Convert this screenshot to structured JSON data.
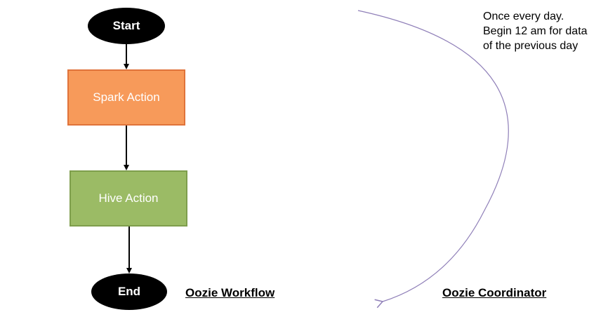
{
  "workflow": {
    "start_label": "Start",
    "spark_label": "Spark Action",
    "hive_label": "Hive Action",
    "end_label": "End",
    "caption": "Oozie Workflow"
  },
  "coordinator": {
    "caption": "Oozie Coordinator",
    "schedule_lines": [
      "Once every day.",
      "Begin 12 am for data",
      "of the previous day"
    ]
  },
  "colors": {
    "spark_fill": "#f79a5a",
    "hive_fill": "#9bbb65",
    "terminal_fill": "#000000",
    "arc_stroke": "#8f7fb8"
  }
}
